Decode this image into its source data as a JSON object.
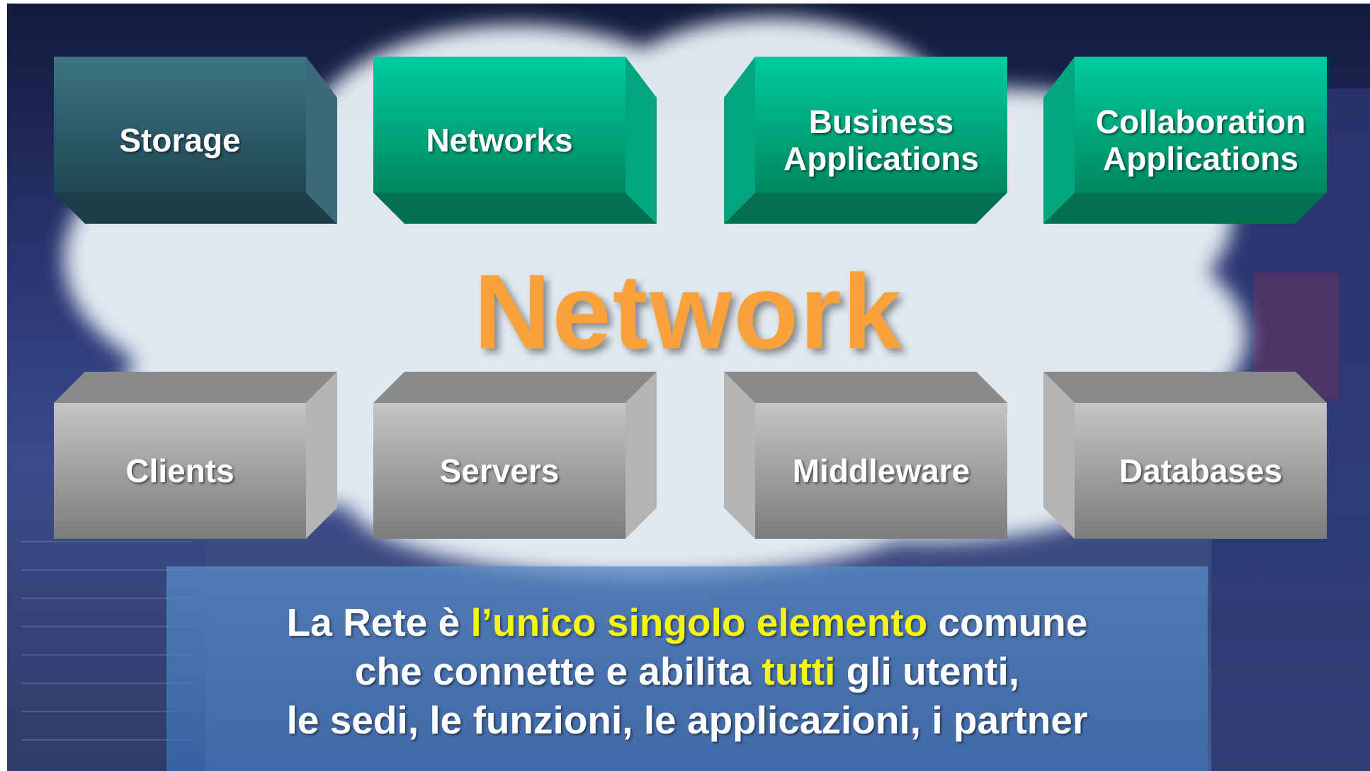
{
  "top_blocks": [
    {
      "label": "Storage"
    },
    {
      "label": "Networks"
    },
    {
      "label": "Business\nApplications"
    },
    {
      "label": "Collaboration\nApplications"
    }
  ],
  "center_title": "Network",
  "bottom_blocks": [
    {
      "label": "Clients"
    },
    {
      "label": "Servers"
    },
    {
      "label": "Middleware"
    },
    {
      "label": "Databases"
    }
  ],
  "caption": {
    "line1": {
      "a": "La Rete è ",
      "b": "l’unico singolo elemento",
      "c": " comune"
    },
    "line2": {
      "a": "che connette e abilita ",
      "b": "tutti",
      "c": " gli utenti,"
    },
    "line3": "le sedi, le funzioni, le applicazioni, i partner"
  },
  "colors": {
    "storage_front": "#2e5d6c",
    "teal_front": "#00b894",
    "grey_front": "#a9a9a9",
    "title_orange": "#f9a13a",
    "highlight_yellow": "#f5f512",
    "cloud": "#e6eef4"
  }
}
